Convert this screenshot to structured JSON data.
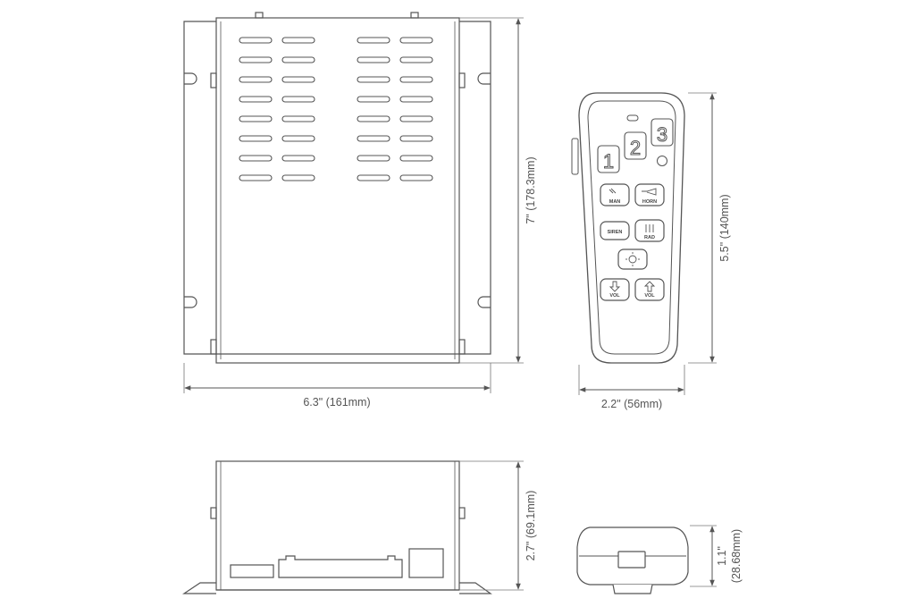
{
  "dimensions": {
    "unit_width": "6.3\" (161mm)",
    "unit_height": "7\" (178.3mm)",
    "unit_depth": "2.7\" (69.1mm)",
    "remote_width": "2.2\" (56mm)",
    "remote_height": "5.5\" (140mm)",
    "remote_depth_in": "1.1\"",
    "remote_depth_mm": "(28.68mm)"
  },
  "remote_buttons": {
    "preset_1": "1",
    "preset_2": "2",
    "preset_3": "3",
    "man": "MAN",
    "horn": "HORN",
    "siren": "SIREN",
    "rad": "RAD",
    "vol_down": "VOL",
    "vol_up": "VOL"
  },
  "colors": {
    "line": "#555555",
    "dim_line": "#666666"
  }
}
